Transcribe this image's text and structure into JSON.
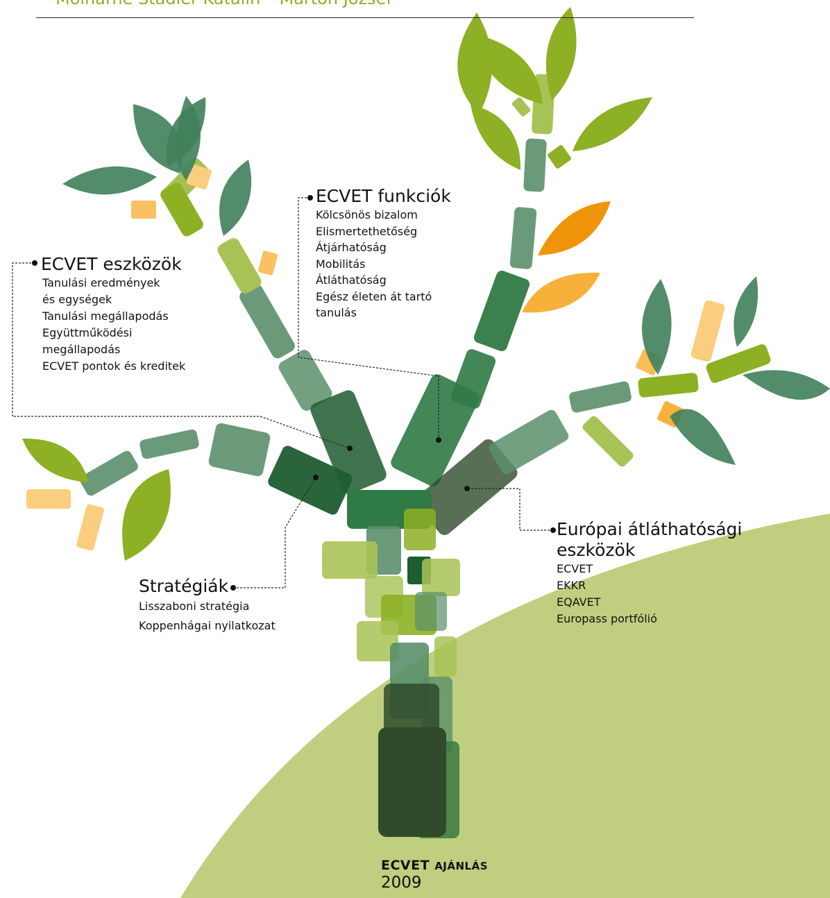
{
  "header": {
    "text": "Molnárné Stadler Katalin – Marton József"
  },
  "labels": {
    "eszkozok": {
      "title": "ECVET eszközök",
      "items": [
        "Tanulási eredmények",
        "és egységek",
        "Tanulási megállapodás",
        "Együttműködési",
        "megállapodás",
        "ECVET pontok és kreditek"
      ]
    },
    "funkciok": {
      "title": "ECVET funkciók",
      "items": [
        "Kölcsönös bizalom",
        "Elismertethetőség",
        "Átjárhatóság",
        "Mobilitás",
        "Átláthatóság",
        "Egész életen át tartó",
        "tanulás"
      ]
    },
    "strategiak": {
      "title": "Stratégiák",
      "items": [
        "Lisszaboni stratégia",
        "Koppenhágai nyilatkozat"
      ]
    },
    "europai": {
      "title": [
        "Európai átláthatósági",
        "eszközök"
      ],
      "items": [
        "ECVET",
        "EKKR",
        "EQAVET",
        "Europass portfólió"
      ]
    }
  },
  "root": {
    "title_main": "ECVET",
    "title_sub": "AJÁNLÁS",
    "year": "2009"
  },
  "colors": {
    "dark_green": "#2f4b2b",
    "mid_green": "#3a7a4e",
    "sage_green": "#5a9670",
    "olive": "#8db024",
    "light_olive": "#a8c355",
    "orange": "#f0950a",
    "light_orange": "#f7b13a",
    "pale_orange": "#fbcd7f",
    "hill": "#bfcf7f"
  }
}
